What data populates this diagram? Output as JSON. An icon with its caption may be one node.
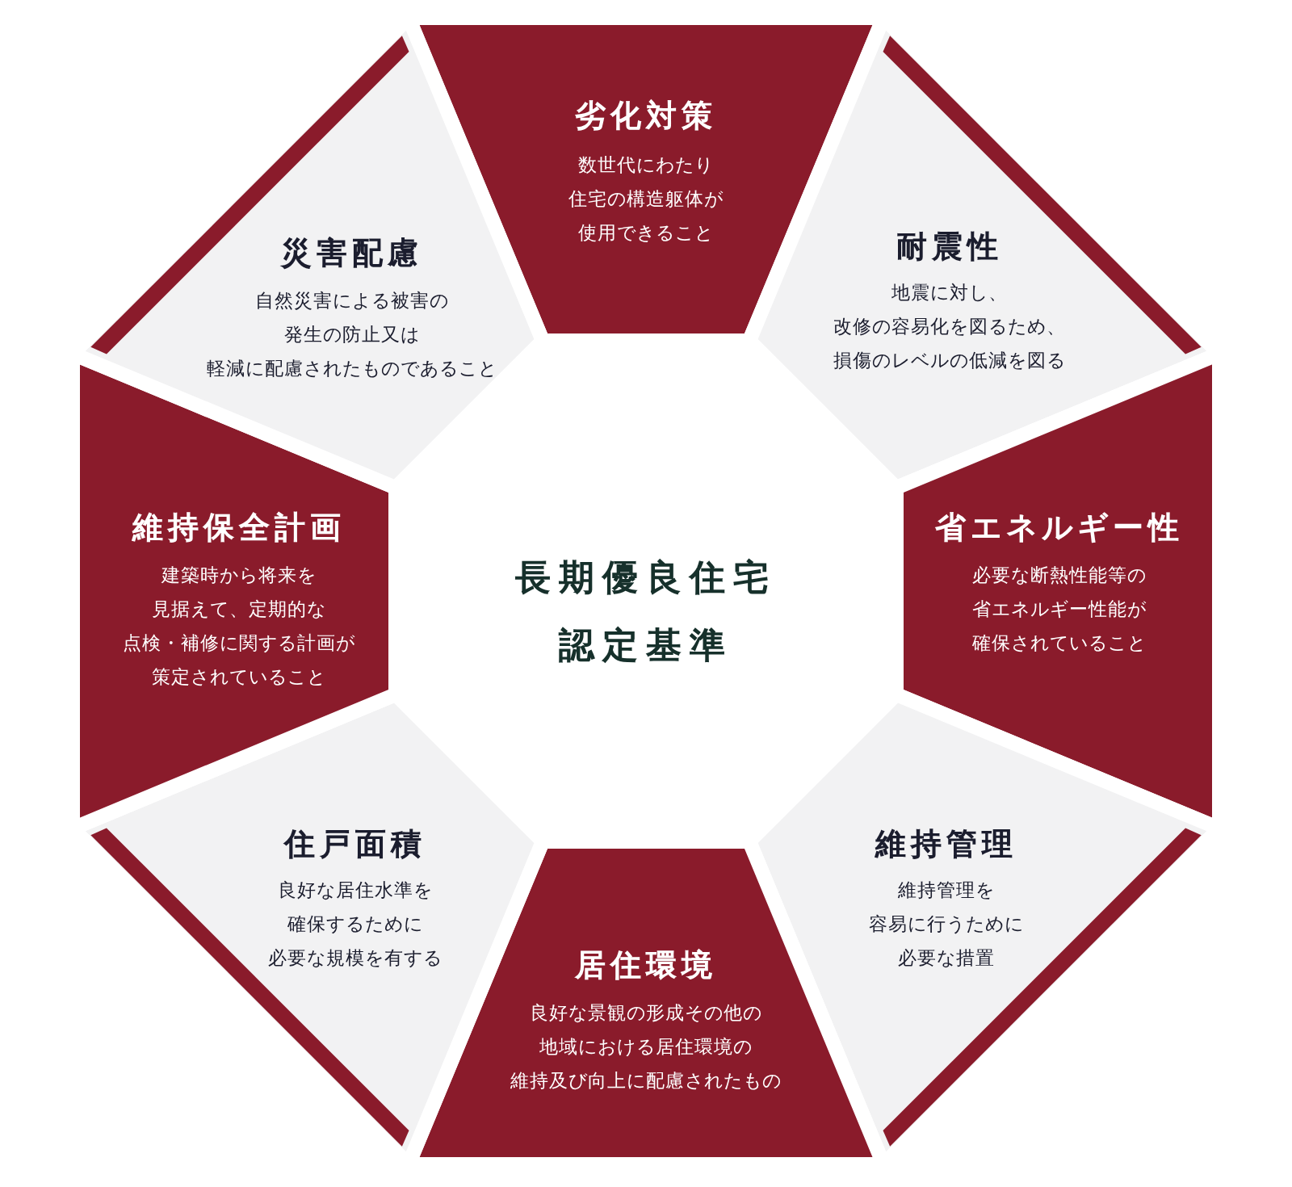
{
  "diagram": {
    "title": "長期優良住宅認定基準",
    "nodes": [
      {
        "text": [
          "劣化対策",
          "数世代にわたり住宅の構造躯体が使用できること"
        ]
      },
      {
        "text": [
          "耐震性",
          "地震に対し、改修の容易化を図るため、損傷のレベルの低減を図る"
        ]
      },
      {
        "text": [
          "省エネルギー性",
          "必要な断熱性能等の省エネルギー性能が確保されていること"
        ]
      },
      {
        "text": [
          "維持管理",
          "維持管理を容易に行うために必要な措置"
        ]
      },
      {
        "text": [
          "居住環境",
          "良好な景観の形成その他の地域における居住環境の維持及び向上に配慮されたもの"
        ]
      },
      {
        "text": [
          "住戸面積",
          "良好な居住水準を確保するために必要な規模を有する"
        ]
      },
      {
        "text": [
          "維持保全計画",
          "建築時から将来を見据えて、定期的な点検・補修に関する計画が策定されていること"
        ]
      },
      {
        "text": [
          "災害配慮",
          "自然災害による被害の発生の防止又は軽減に配慮されたものであること"
        ]
      }
    ]
  }
}
